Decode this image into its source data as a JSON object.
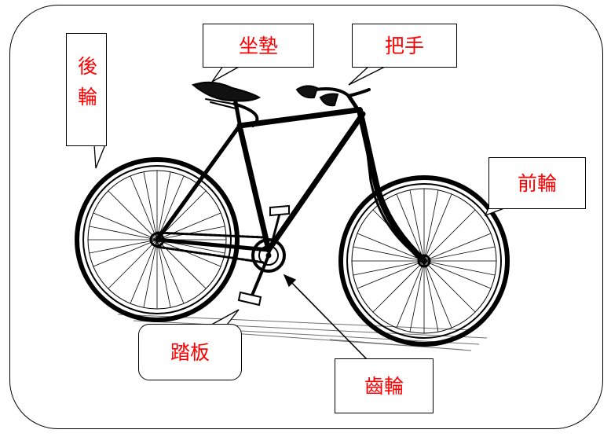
{
  "labels": {
    "rear_wheel": "後輪",
    "seat": "坐墊",
    "handlebar": "把手",
    "front_wheel": "前輪",
    "pedal": "踏板",
    "gear": "齒輪"
  },
  "colors": {
    "label_text": "#ff0000",
    "line": "#000000",
    "background": "#ffffff"
  }
}
